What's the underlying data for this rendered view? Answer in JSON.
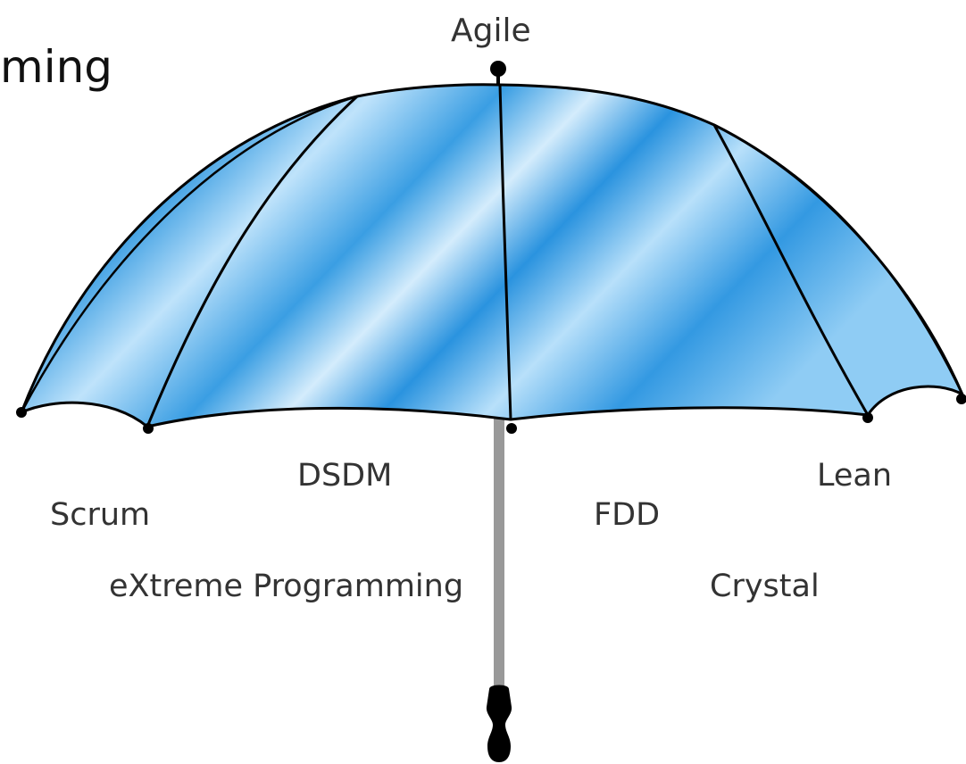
{
  "slide_title_fragment": "ming",
  "diagram": {
    "top_label": "Agile",
    "methodologies": [
      {
        "label": "DSDM"
      },
      {
        "label": "Scrum"
      },
      {
        "label": "eXtreme Programming"
      },
      {
        "label": "FDD"
      },
      {
        "label": "Lean"
      },
      {
        "label": "Crystal"
      }
    ]
  },
  "colors": {
    "canopy_light": "#bfe3fb",
    "canopy_mid": "#6fb8ee",
    "canopy_dark": "#1f8fdd",
    "shaft": "#999999",
    "outline": "#000000",
    "label_text": "#333333"
  }
}
